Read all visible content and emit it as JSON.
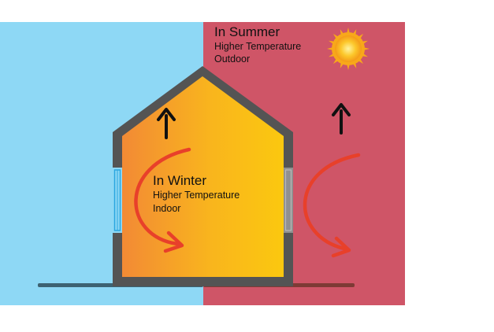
{
  "summer": {
    "title": "In Summer",
    "line1": "Higher Temperature",
    "line2": "Outdoor"
  },
  "winter": {
    "title": "In Winter",
    "line1": "Higher Temperature",
    "line2": "Indoor"
  },
  "colors": {
    "winter_sky": "#8ed8f5",
    "summer_sky": "#cf5567",
    "wall": "#545454",
    "interior_warm": "#f28a35",
    "interior_hot": "#fbc80f",
    "arrow_red": "#e8402a",
    "arrow_black": "#111111",
    "sun": "#f8a81a",
    "ground_left": "#3d6272",
    "ground_right": "#7e3a35"
  },
  "icons": [
    "sun-icon",
    "up-arrow-icon",
    "curved-arrow-icon",
    "window-icon"
  ]
}
